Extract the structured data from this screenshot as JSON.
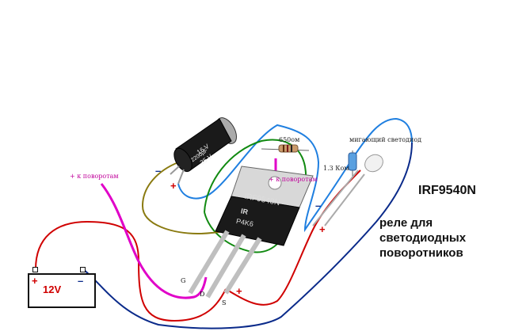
{
  "title": "IRF9540N",
  "subtitle": "реле для светодиодных поворотников",
  "labels": {
    "to_turns_left": "+ к поворотам",
    "to_turns_right": "+ к поворотам",
    "resistor_650": "650ом",
    "resistor_1k3": "1.3 Ком",
    "led": "мигающий светодиод",
    "battery": "12V"
  },
  "transistor": {
    "line1": "IRF9540N",
    "line2": "IR",
    "line3": "P4K6"
  },
  "capacitor": {
    "line1": "16 V",
    "line2": "2200µF",
    "line3": "35 V"
  },
  "pins": {
    "gate": "G",
    "drain": "D",
    "source": "S"
  },
  "signs": {
    "cap_minus": "–",
    "cap_plus": "+",
    "led_minus": "–",
    "led_plus": "+",
    "source_plus": "+",
    "batt_plus": "+",
    "batt_minus": "–"
  },
  "colors": {
    "red": "#d00000",
    "blue": "#1f7fe0",
    "green": "#118a11",
    "olive": "#8a7a10",
    "magenta": "#e000c8",
    "navy": "#0a2a8a"
  }
}
